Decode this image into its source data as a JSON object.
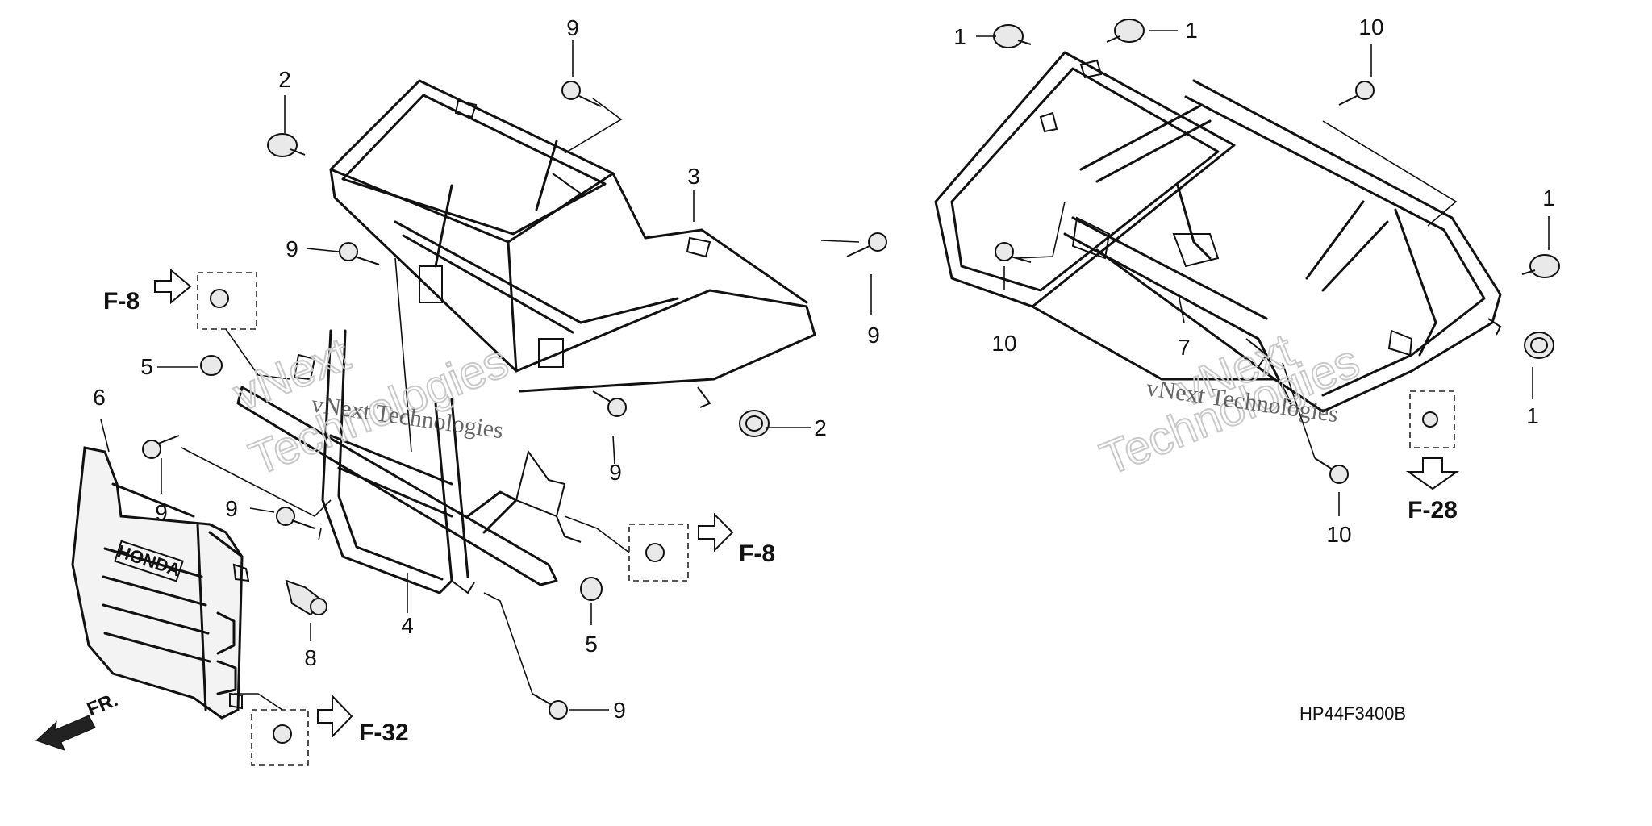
{
  "diagram": {
    "part_code": "HP44F3400B",
    "watermarks": [
      "vNext Technologies",
      "vNext",
      "Technologies"
    ],
    "front_marker": "FR.",
    "emblem": "HONDA",
    "callouts": {
      "left_2_top": "2",
      "left_9_top": "9",
      "left_3": "3",
      "left_9_a": "9",
      "left_9_b": "9",
      "left_5": "5",
      "left_6": "6",
      "left_9_c": "9",
      "left_2_right": "2",
      "left_9_d": "9",
      "left_9_e": "9",
      "left_4": "4",
      "left_8": "8",
      "left_5_b": "5",
      "left_9_f": "9",
      "right_1_a": "1",
      "right_1_b": "1",
      "right_10_top": "10",
      "right_1_c": "1",
      "right_10_left": "10",
      "right_7": "7",
      "right_1_d": "1",
      "right_10_bottom": "10"
    },
    "refs": {
      "f8_left": "F-8",
      "f8_right": "F-8",
      "f32": "F-32",
      "f28": "F-28"
    }
  }
}
